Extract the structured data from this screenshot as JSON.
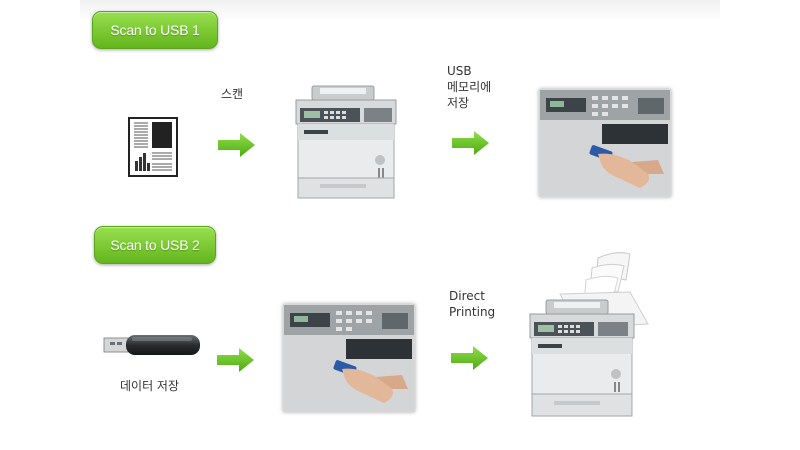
{
  "sections": [
    {
      "title": "Scan to USB 1",
      "step1_label": "스캔",
      "step2_label": "USB\n메모리에\n저장"
    },
    {
      "title": "Scan to USB 2",
      "step0_label": "데이터 저장",
      "step2_label": "Direct\nPrinting"
    }
  ],
  "colors": {
    "pill_green": "#6cc024",
    "arrow_green": "#5cbd1c"
  }
}
